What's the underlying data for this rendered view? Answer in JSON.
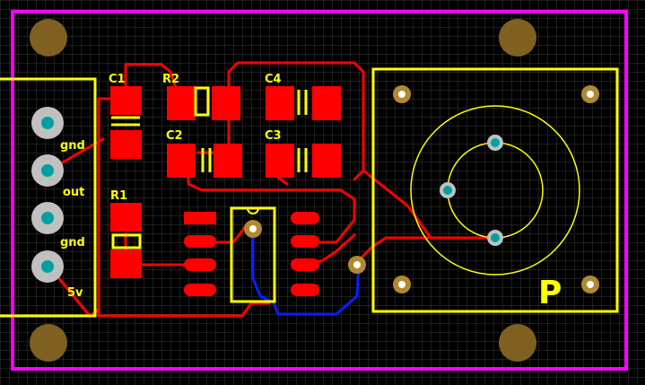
{
  "colors": {
    "background": "#000000",
    "grid": "#3a3a3a",
    "board_outline": "#ff00ff",
    "silkscreen": "#ffff00",
    "top_copper": "#ff0000",
    "bottom_copper": "#0a1eff",
    "mounting_hole": "#806020",
    "via_ring": "#b08a30",
    "pad_drill": "#00a0a0",
    "pad_ring": "#c0c0c0"
  },
  "labels": {
    "c1": "C1",
    "r2": "R2",
    "c4": "C4",
    "c2": "C2",
    "c3": "C3",
    "r1": "R1",
    "gnd_top": "gnd",
    "out": "out",
    "gnd_bottom": "gnd",
    "five_v": "5v",
    "pot_marker": "P"
  },
  "icons": {
    "mounting_hole": "filled-circle",
    "via": "ring-circle",
    "connector_pin": "ring-circle-with-drill"
  }
}
